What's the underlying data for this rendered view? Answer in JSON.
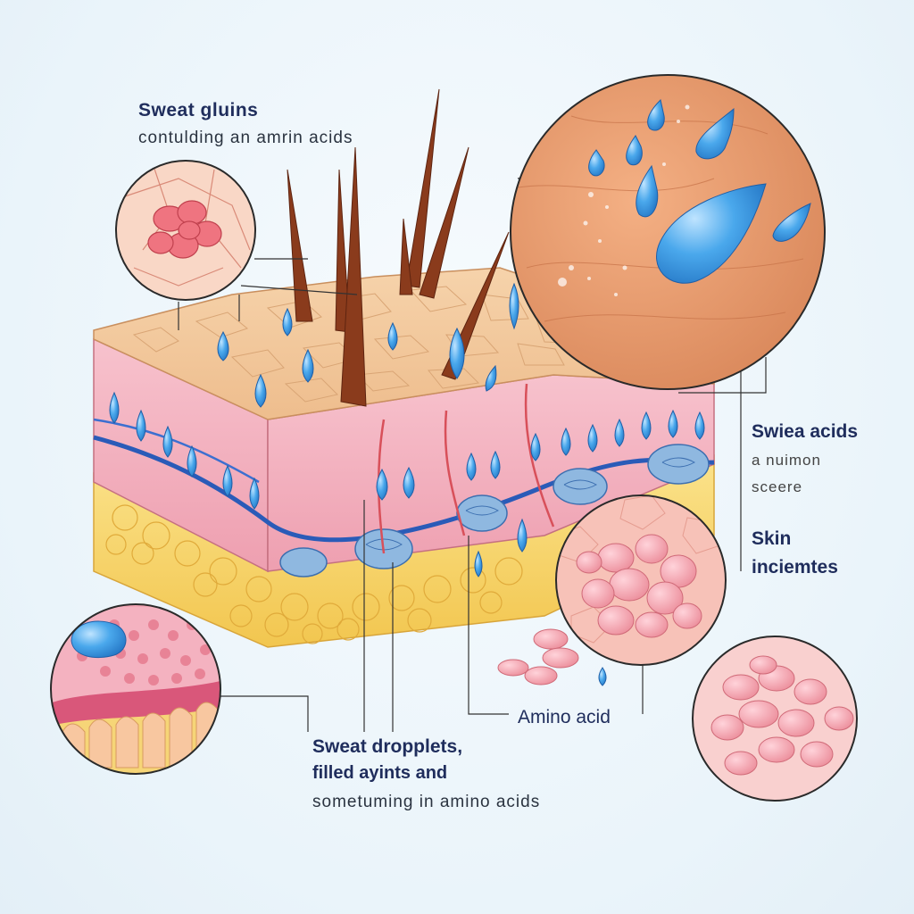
{
  "labels": {
    "top": {
      "line1": "Sweat gluins",
      "line2": "contulding an amrin acids"
    },
    "right_upper": {
      "line1": "Swiea acids",
      "line2": "a nuimon",
      "line3": "sceere"
    },
    "right_lower": {
      "line1": "Skin",
      "line2": "inciemtes"
    },
    "amino": "Amino acid",
    "bottom": {
      "line1": "Sweat dropplets,",
      "line2": "filled ayints and",
      "line3": "sometuming in amino acids"
    }
  },
  "colors": {
    "sweat_droplet": "#3a9be0",
    "epidermis": "#f2c79a",
    "dermis": "#f3b3c0",
    "fat_layer": "#f8d56a",
    "hair": "#8a3b1c",
    "vein": "#2a5bb8",
    "cell_pink": "#f3a3ad"
  },
  "icons": [
    "sweat-droplet-icon",
    "hair-strand-icon",
    "sweat-gland-icon",
    "skin-cell-icon"
  ]
}
